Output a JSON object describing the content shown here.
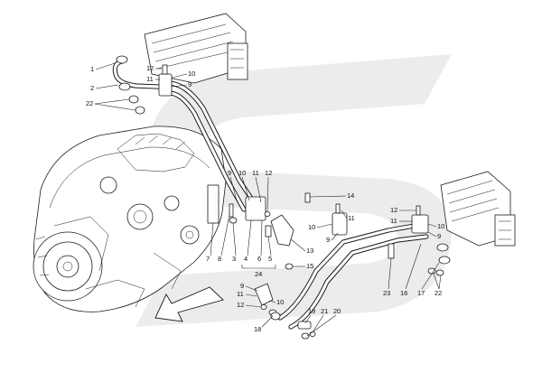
{
  "diagram": {
    "watermark_color": "#d9d9d9",
    "arrow_icon": "direction-arrow-icon",
    "labels": {
      "upper_left": {
        "c1": "1",
        "c2": "2",
        "c22": "22",
        "c12": "12",
        "c11": "11",
        "c10": "10",
        "c9": "9"
      },
      "center": {
        "c9": "9",
        "c10": "10",
        "c11": "11",
        "c12": "12",
        "c7": "7",
        "c8": "8",
        "c3": "3",
        "c4": "4",
        "c6": "6",
        "c5": "5",
        "c24": "24",
        "c13": "13",
        "c15": "15",
        "c14": "14"
      },
      "mid_right": {
        "c10": "10",
        "c11": "11",
        "c9": "9"
      },
      "right": {
        "c12": "12",
        "c11": "11",
        "c10": "10",
        "c9": "9",
        "c23": "23",
        "c16": "16",
        "c17": "17",
        "c22": "22"
      },
      "lower": {
        "c9": "9",
        "c11": "11",
        "c10": "10",
        "c12": "12",
        "c18": "18",
        "c19": "19",
        "c21": "21",
        "c20": "20"
      }
    }
  }
}
